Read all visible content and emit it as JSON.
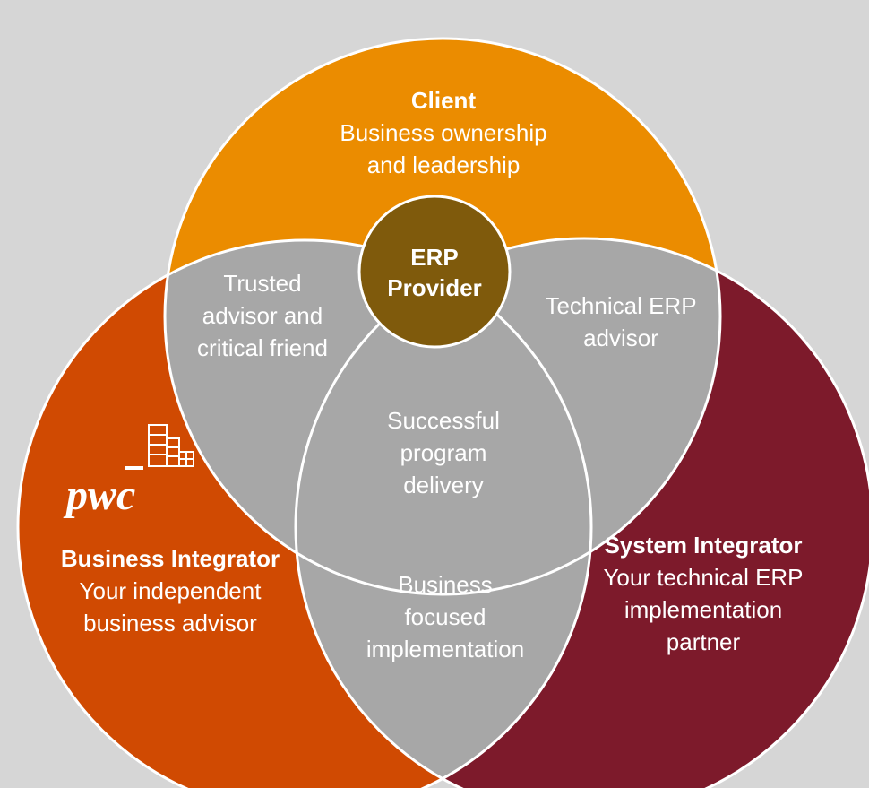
{
  "colors": {
    "background": "#d6d6d6",
    "client": "#eb8c00",
    "business_integrator": "#d04a02",
    "system_integrator": "#7d1a2b",
    "overlap": "#a7a7a7",
    "erp_provider": "#7f5a0c",
    "outline": "#ffffff"
  },
  "client": {
    "title": "Client",
    "line1": "Business ownership",
    "line2": "and leadership"
  },
  "business_integrator": {
    "title": "Business Integrator",
    "line1": "Your independent",
    "line2": "business advisor"
  },
  "system_integrator": {
    "title": "System Integrator",
    "line1": "Your technical ERP",
    "line2": "implementation",
    "line3": "partner"
  },
  "overlaps": {
    "client_business": {
      "line1": "Trusted",
      "line2": "advisor and",
      "line3": "critical friend"
    },
    "client_system": {
      "line1": "Technical ERP",
      "line2": "advisor"
    },
    "business_system": {
      "line1": "Business",
      "line2": "focused",
      "line3": "implementation"
    },
    "center": {
      "line1": "Successful",
      "line2": "program",
      "line3": "delivery"
    }
  },
  "erp_provider": {
    "line1": "ERP",
    "line2": "Provider"
  },
  "logo": {
    "text": "pwc",
    "icon": "building-icon"
  }
}
